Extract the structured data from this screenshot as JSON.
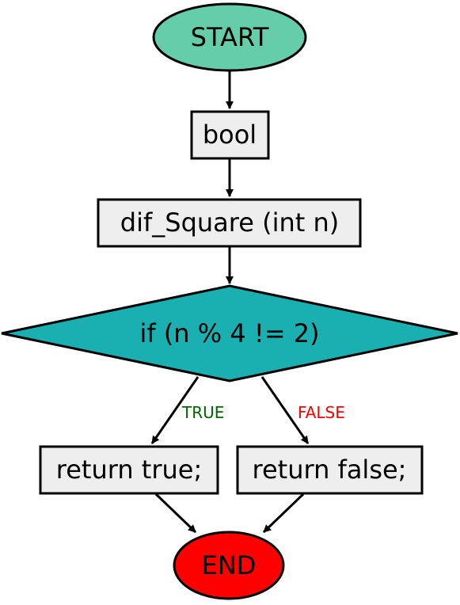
{
  "nodes": {
    "start": {
      "label": "START",
      "fill": "#66cdaa"
    },
    "type": {
      "label": "bool",
      "fill": "#eeeeee"
    },
    "signature": {
      "label": "dif_Square (int n)",
      "fill": "#eeeeee"
    },
    "condition": {
      "label": "if (n % 4 != 2)",
      "fill": "#1aafb0"
    },
    "return_true": {
      "label": "return true;",
      "fill": "#eeeeee"
    },
    "return_false": {
      "label": "return false;",
      "fill": "#eeeeee"
    },
    "end": {
      "label": "END",
      "fill": "#ff0000"
    }
  },
  "edges": {
    "true_label": {
      "text": "TRUE",
      "color": "#006400"
    },
    "false_label": {
      "text": "FALSE",
      "color": "#ff0000"
    }
  }
}
